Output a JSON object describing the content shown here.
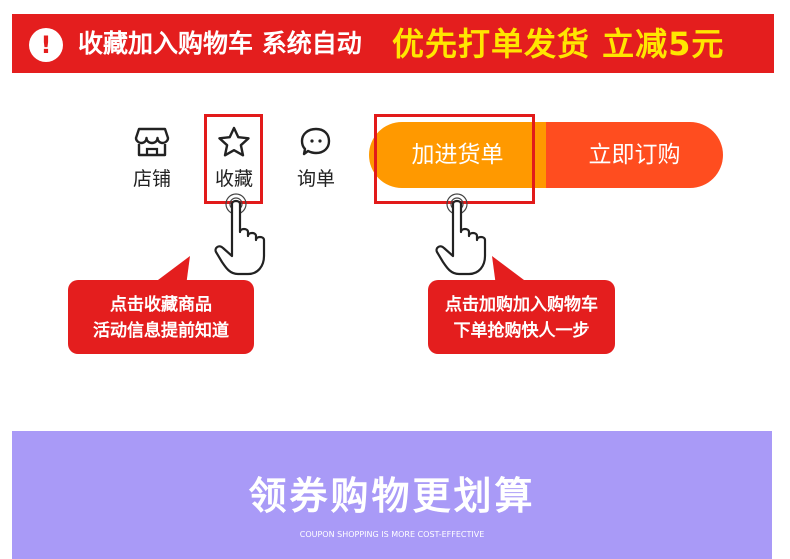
{
  "banner": {
    "text_1": "收藏加入购物车 系统自动",
    "text_2": "优先打单发货  立减5元",
    "bg_color": "#e41e1e",
    "highlight_color": "#ffe600",
    "icon": "exclamation-icon"
  },
  "toolbar": {
    "shop_label": "店铺",
    "favorite_label": "收藏",
    "inquiry_label": "询单",
    "add_to_list_label": "加进货单",
    "buy_now_label": "立即订购",
    "add_color": "#ff9900",
    "buy_color": "#ff4d1f"
  },
  "callouts": {
    "left_line_1": "点击收藏商品",
    "left_line_2": "活动信息提前知道",
    "right_line_1": "点击加购加入购物车",
    "right_line_2": "下单抢购快人一步"
  },
  "coupon": {
    "title": "领券购物更划算",
    "subtitle": "COUPON SHOPPING IS MORE COST-EFFECTIVE",
    "bg_color": "#a99af7"
  }
}
